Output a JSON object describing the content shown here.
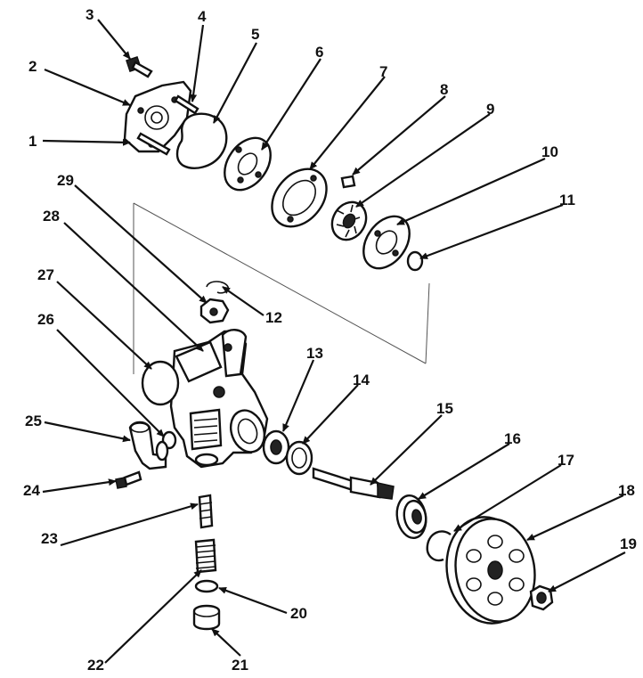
{
  "diagram": {
    "callouts": [
      {
        "id": "1",
        "text": "1",
        "part": "pump-cover"
      },
      {
        "id": "2",
        "text": "2",
        "part": "pump-cover-bolt-flange"
      },
      {
        "id": "3",
        "text": "3",
        "part": "cover-bolt"
      },
      {
        "id": "4",
        "text": "4",
        "part": "cover-stud"
      },
      {
        "id": "5",
        "text": "5",
        "part": "cover-gasket"
      },
      {
        "id": "6",
        "text": "6",
        "part": "rear-side-plate"
      },
      {
        "id": "7",
        "text": "7",
        "part": "cam-ring"
      },
      {
        "id": "8",
        "text": "8",
        "part": "vane"
      },
      {
        "id": "9",
        "text": "9",
        "part": "rotor"
      },
      {
        "id": "10",
        "text": "10",
        "part": "front-side-plate"
      },
      {
        "id": "11",
        "text": "11",
        "part": "snap-ring"
      },
      {
        "id": "12",
        "text": "12",
        "part": "retaining-clip"
      },
      {
        "id": "13",
        "text": "13",
        "part": "shaft-seal"
      },
      {
        "id": "14",
        "text": "14",
        "part": "seal-washer"
      },
      {
        "id": "15",
        "text": "15",
        "part": "drive-shaft"
      },
      {
        "id": "16",
        "text": "16",
        "part": "shaft-bearing"
      },
      {
        "id": "17",
        "text": "17",
        "part": "bearing-snap-ring"
      },
      {
        "id": "18",
        "text": "18",
        "part": "pulley"
      },
      {
        "id": "19",
        "text": "19",
        "part": "pulley-nut"
      },
      {
        "id": "20",
        "text": "20",
        "part": "o-ring"
      },
      {
        "id": "21",
        "text": "21",
        "part": "plug"
      },
      {
        "id": "22",
        "text": "22",
        "part": "spring"
      },
      {
        "id": "23",
        "text": "23",
        "part": "flow-control-valve"
      },
      {
        "id": "24",
        "text": "24",
        "part": "fitting-bolt"
      },
      {
        "id": "25",
        "text": "25",
        "part": "suction-fitting"
      },
      {
        "id": "26",
        "text": "26",
        "part": "fitting-o-ring"
      },
      {
        "id": "27",
        "text": "27",
        "part": "housing-o-ring"
      },
      {
        "id": "28",
        "text": "28",
        "part": "pump-housing"
      },
      {
        "id": "29",
        "text": "29",
        "part": "pressure-switch"
      }
    ]
  }
}
